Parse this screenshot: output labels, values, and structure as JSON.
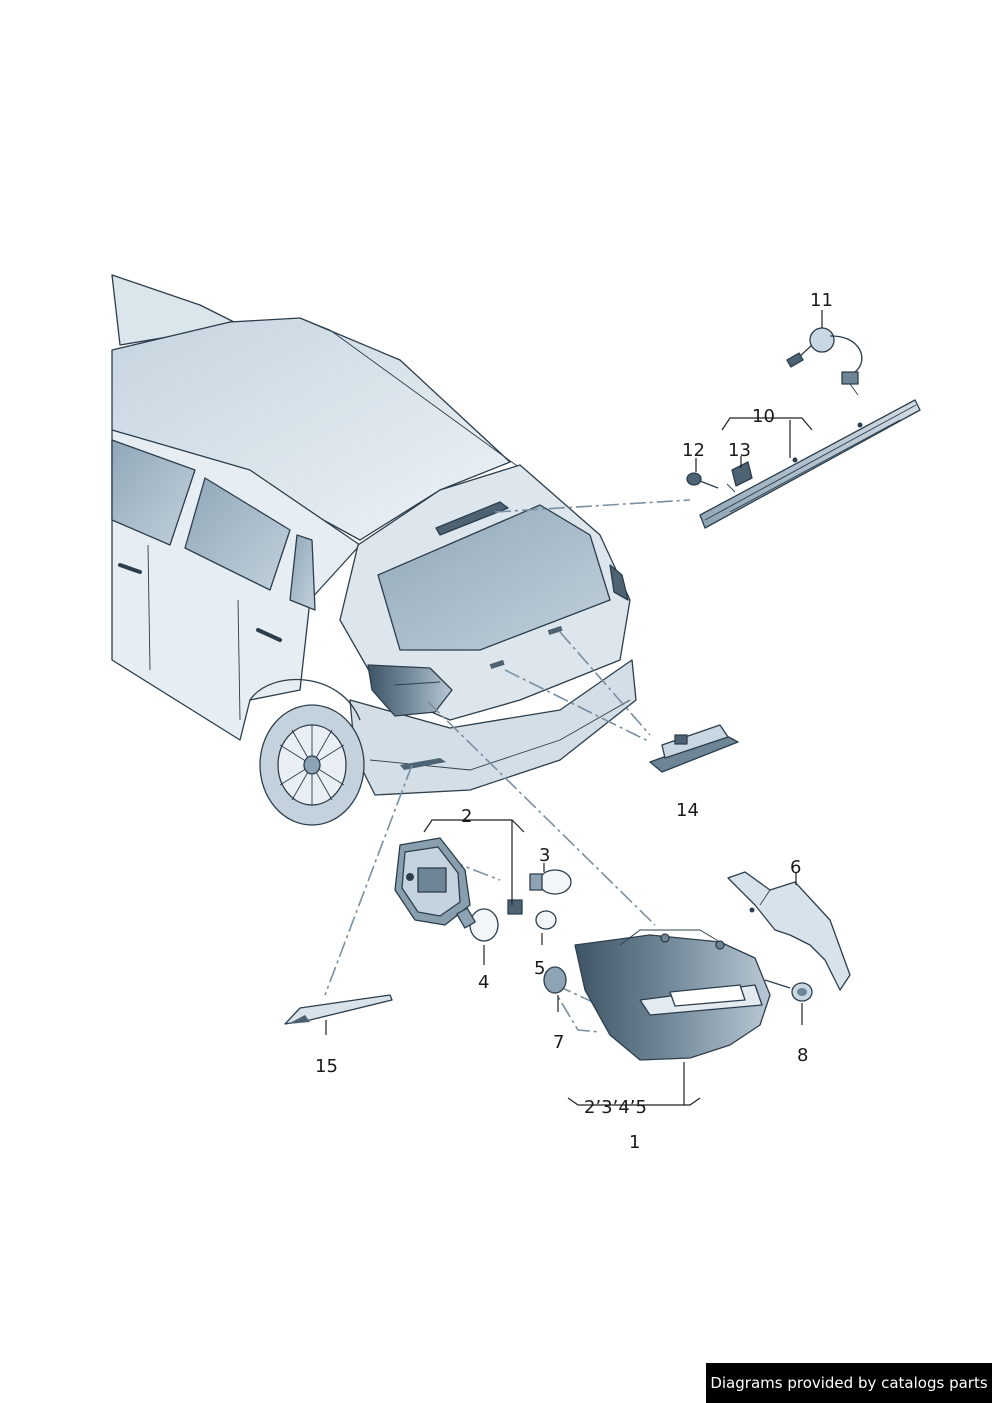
{
  "callouts": {
    "c1": "1",
    "c2": "2",
    "c3": "3",
    "c4": "4",
    "c5": "5",
    "c6": "6",
    "c7": "7",
    "c8": "8",
    "c10": "10",
    "c11": "11",
    "c12": "12",
    "c13": "13",
    "c14": "14",
    "c15": "15",
    "c1_sub": "2’3’4’5"
  },
  "footer": {
    "credit": "Diagrams provided by catalogs parts"
  },
  "colors": {
    "body_light": "#e4ecf2",
    "body_mid": "#c9d7e2",
    "glass": "#a9bccb",
    "part_dark": "#4d6373",
    "leader_dash": "#7a8fa0"
  }
}
